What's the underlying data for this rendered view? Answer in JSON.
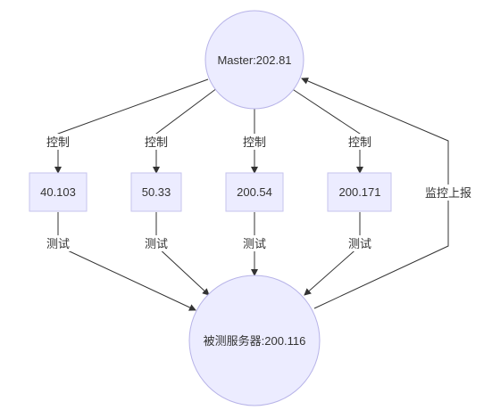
{
  "nodes": {
    "master": "Master:202.81",
    "client1": "40.103",
    "client2": "50.33",
    "client3": "200.54",
    "client4": "200.171",
    "target": "被测服务器:200.116"
  },
  "edge_labels": {
    "control": "控制",
    "test": "测试",
    "monitor_report": "监控上报"
  }
}
